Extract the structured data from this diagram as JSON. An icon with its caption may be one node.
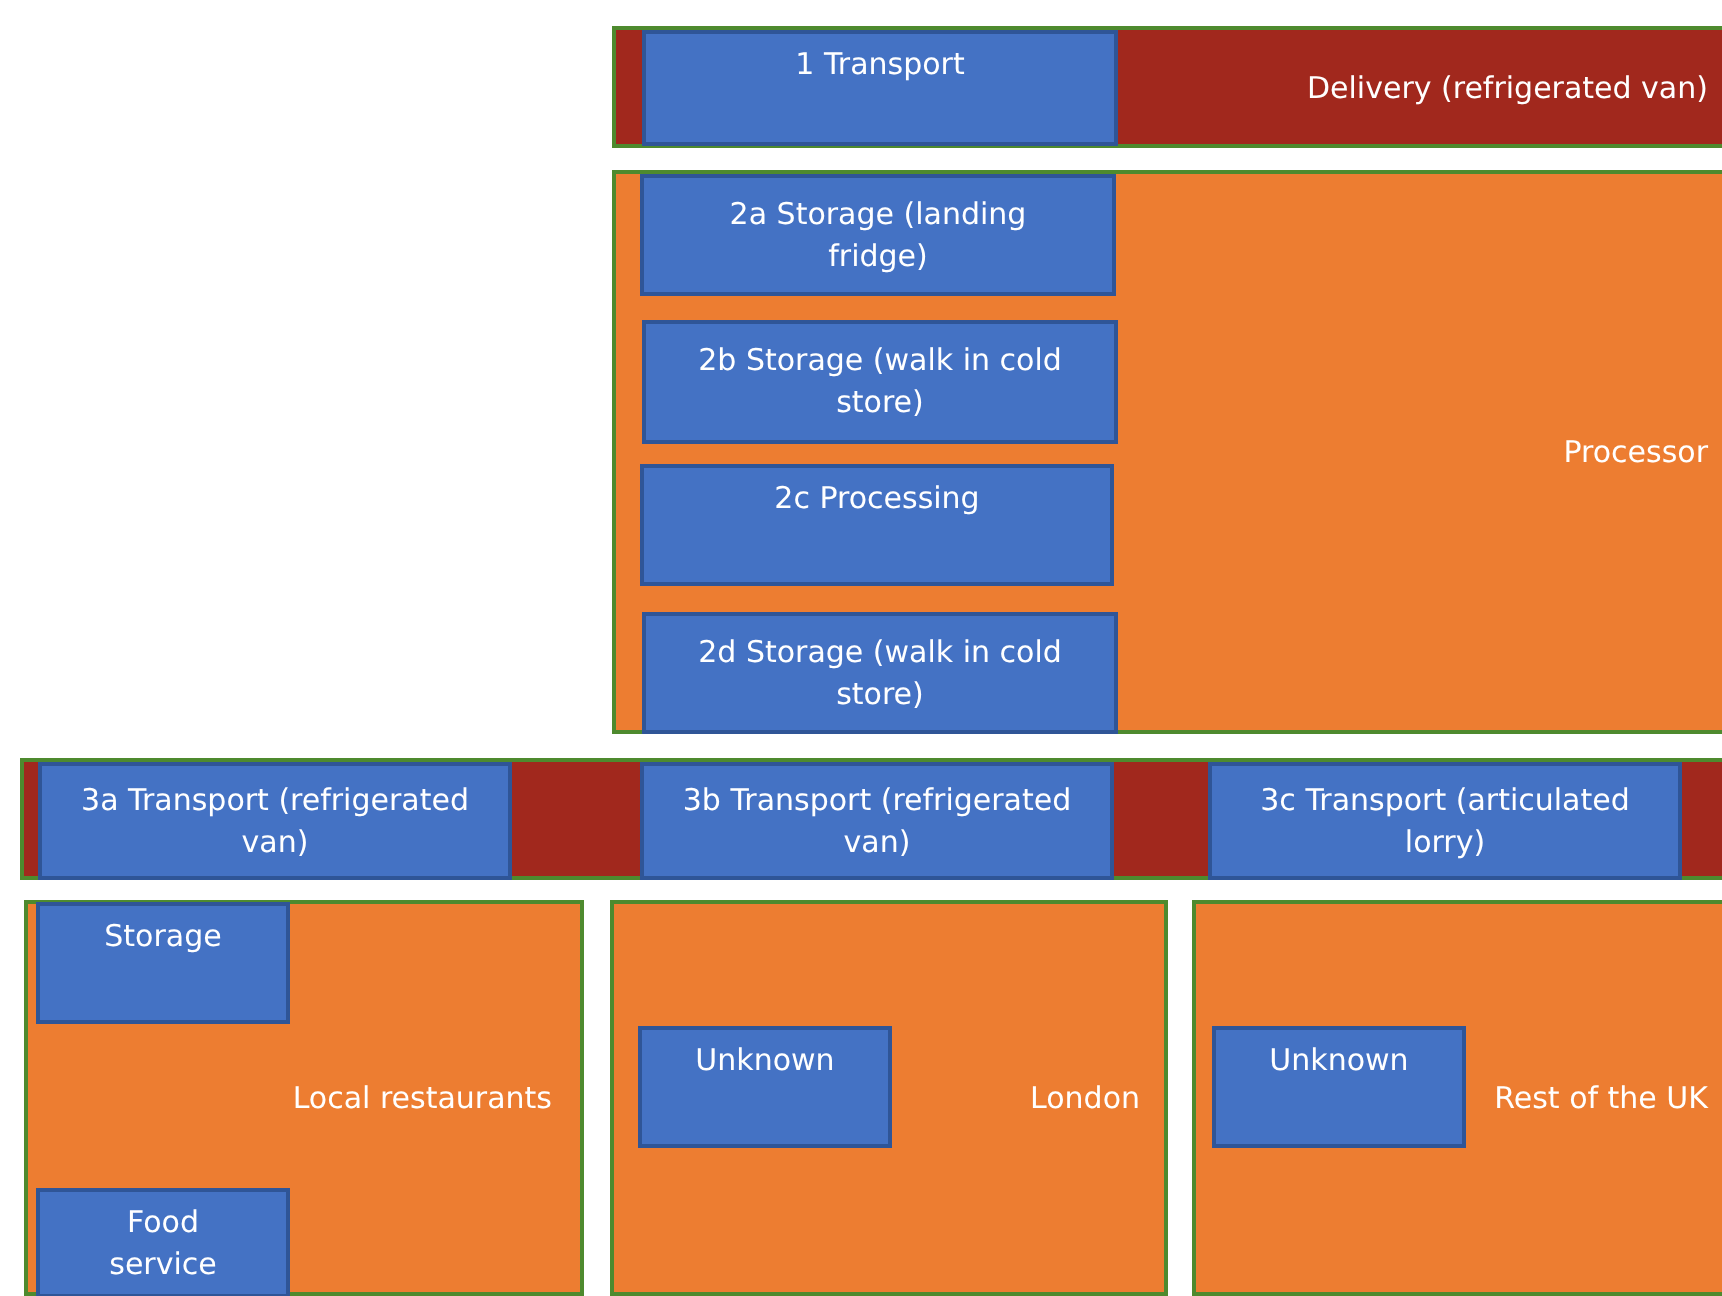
{
  "diagram": {
    "nodes": [
      {
        "text": [
          "Delivery (refrigerated van)"
        ]
      },
      {
        "text": [
          "1 Transport"
        ],
        "in": 0
      },
      {
        "text": [
          "Processor"
        ]
      },
      {
        "text": [
          "2a Storage (landing fridge)"
        ],
        "in": 2
      },
      {
        "text": [
          "2b Storage (walk in cold store)"
        ],
        "in": 2
      },
      {
        "text": [
          "2c Processing"
        ],
        "in": 2
      },
      {
        "text": [
          "2d Storage (walk in cold store)"
        ],
        "in": 2
      },
      {
        "text": [],
        "shape": "bar"
      },
      {
        "text": [
          "3a Transport (refrigerated van)"
        ],
        "in": 7
      },
      {
        "text": [
          "3b Transport (refrigerated van)"
        ],
        "in": 7
      },
      {
        "text": [
          "3c Transport (articulated lorry)"
        ],
        "in": 7
      },
      {
        "text": [
          "Local restaurants"
        ]
      },
      {
        "text": [
          "Storage"
        ],
        "in": 11
      },
      {
        "text": [
          "Food service"
        ],
        "in": 11
      },
      {
        "text": [
          "London"
        ]
      },
      {
        "text": [
          "Unknown"
        ],
        "in": 14
      },
      {
        "text": [
          "Rest of the UK"
        ]
      },
      {
        "text": [
          "Unknown"
        ],
        "in": 16
      }
    ],
    "edges": []
  }
}
